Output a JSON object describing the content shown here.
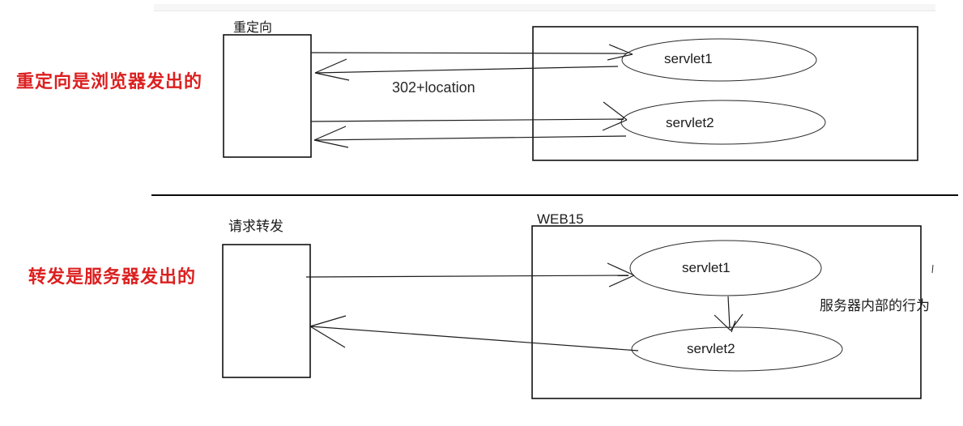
{
  "annotations": {
    "redirect_note": "重定向是浏览器发出的",
    "forward_note": "转发是服务器发出的"
  },
  "top_diagram": {
    "box_label": "重定向",
    "arrow_label": "302+location",
    "ellipse1_label": "servlet1",
    "ellipse2_label": "servlet2"
  },
  "bottom_diagram": {
    "box_label": "请求转发",
    "container_label": "WEB15",
    "ellipse1_label": "servlet1",
    "ellipse2_label": "servlet2",
    "side_note": "服务器内部的行为"
  },
  "colors": {
    "annotation_red": "#dc2020",
    "line_black": "#1c1c1c",
    "divider_black": "#0a0a0a",
    "top_band_gray": "#f5f5f5"
  }
}
